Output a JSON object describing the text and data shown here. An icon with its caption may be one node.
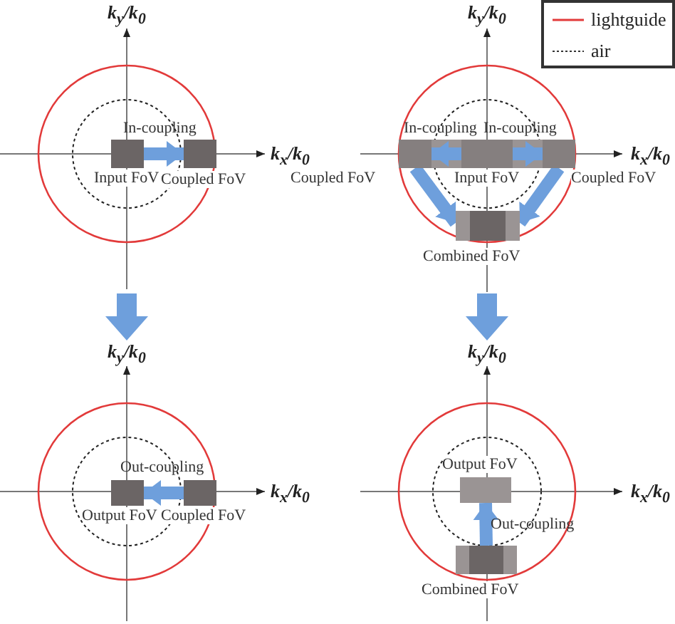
{
  "diagram": {
    "nodes": [
      {
        "text": [
          "Input FoV"
        ]
      },
      {
        "text": [
          "Coupled FoV"
        ]
      },
      {
        "text": [
          "Coupled FoV"
        ]
      },
      {
        "text": [
          "Input FoV"
        ]
      },
      {
        "text": [
          "Coupled FoV"
        ]
      },
      {
        "text": [
          "Combined FoV"
        ]
      },
      {
        "text": [
          "Output FoV"
        ]
      },
      {
        "text": [
          "Coupled FoV"
        ]
      },
      {
        "text": [
          "Output FoV"
        ]
      },
      {
        "text": [
          "Combined FoV"
        ]
      }
    ],
    "edges": [
      {
        "from": 0,
        "to": 1,
        "arrow": "to",
        "label": "In-coupling"
      },
      {
        "from": 3,
        "to": 2,
        "arrow": "to",
        "label": "In-coupling"
      },
      {
        "from": 3,
        "to": 4,
        "arrow": "to",
        "label": "In-coupling"
      },
      {
        "from": 2,
        "to": 5,
        "arrow": "to"
      },
      {
        "from": 4,
        "to": 5,
        "arrow": "to"
      },
      {
        "from": 7,
        "to": 6,
        "arrow": "to",
        "label": "Out-coupling"
      },
      {
        "from": 9,
        "to": 8,
        "arrow": "to",
        "label": "Out-coupling"
      }
    ],
    "labels": [
      "k$_{y}$/k$_{0}$",
      "k$_{x}$/k$_{0}$",
      "k$_{y}$/k$_{0}$",
      "k$_{x}$/k$_{0}$",
      "k$_{y}$/k$_{0}$",
      "k$_{x}$/k$_{0}$",
      "k$_{y}$/k$_{0}$",
      "k$_{x}$/k$_{0}$"
    ],
    "legend": [
      {
        "text": "lightguide"
      },
      {
        "text": "air"
      }
    ]
  }
}
